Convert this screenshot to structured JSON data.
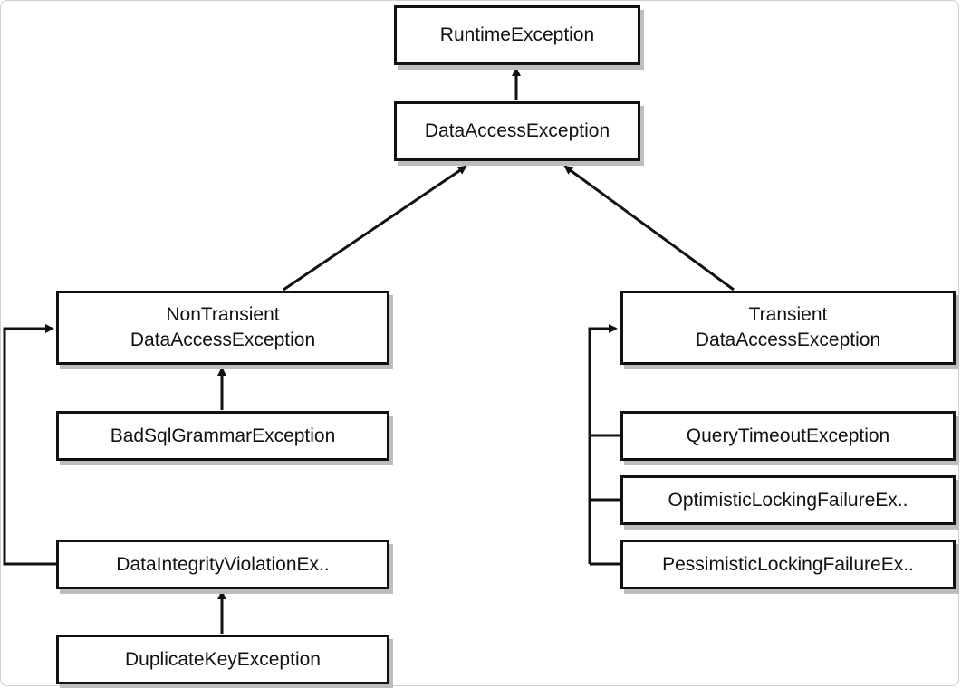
{
  "nodes": {
    "runtime": "RuntimeException",
    "data_access": "DataAccessException",
    "non_transient_line1": "NonTransient",
    "non_transient_line2": "DataAccessException",
    "transient_line1": "Transient",
    "transient_line2": "DataAccessException",
    "bad_sql": "BadSqlGrammarException",
    "data_integrity": "DataIntegrityViolationEx..",
    "duplicate_key": "DuplicateKeyException",
    "query_timeout": "QueryTimeoutException",
    "optimistic_locking": "OptimisticLockingFailureEx..",
    "pessimistic_locking": "PessimisticLockingFailureEx.."
  },
  "colors": {
    "border": "#111111",
    "shadow": "#bdbdbd",
    "line": "#111111"
  }
}
